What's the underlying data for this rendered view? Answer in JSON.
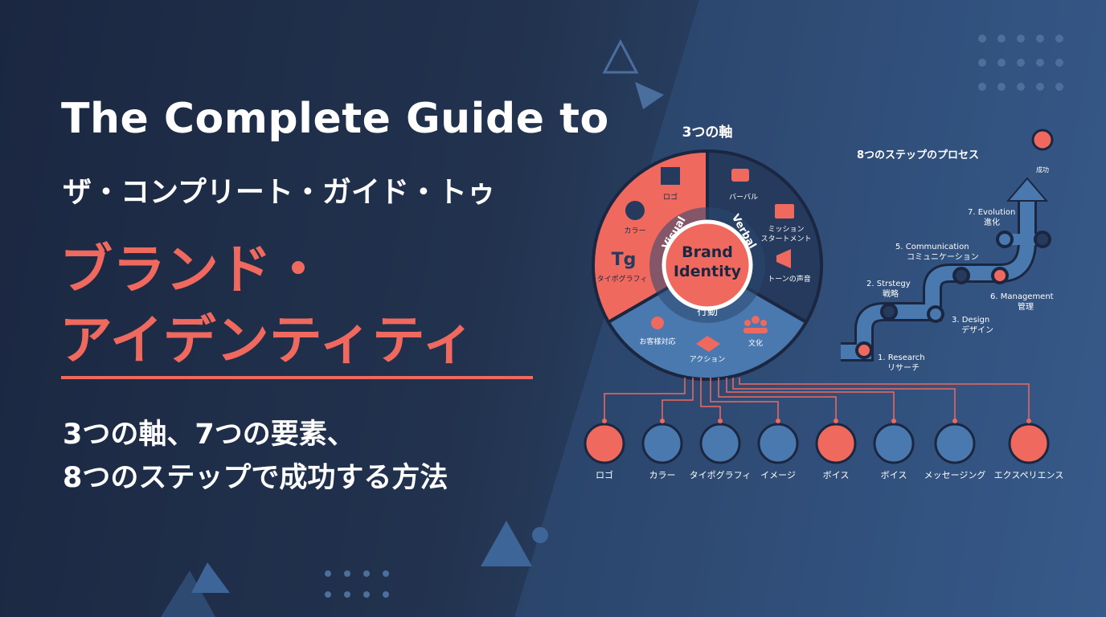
{
  "title": "The Complete Guide to",
  "subtitle": "ザ・コンプリート・ガイド・トゥ",
  "main_title": [
    "ブランド・",
    "アイデンティティ"
  ],
  "tagline": [
    "3つの軸、7つの要素、",
    "8つのステップで成功する方法"
  ],
  "axes": {
    "heading": "3つの軸",
    "center": [
      "Brand",
      "Identity"
    ],
    "visual": {
      "label": "Visual",
      "items": [
        "ロゴ",
        "カラー",
        "タイポグラフィ"
      ]
    },
    "verbal": {
      "label": "Verbal",
      "items": [
        "バーバル",
        "ミッション",
        "スタートメント",
        "トーンの声音"
      ]
    },
    "action": {
      "label": "行動",
      "items": [
        "お客様対応",
        "アクション",
        "文化"
      ]
    }
  },
  "elements": [
    {
      "label": "ロゴ",
      "icon": "logo-icon",
      "color": "#f0695f"
    },
    {
      "label": "カラー",
      "icon": "palette-icon",
      "color": "#4a79b0"
    },
    {
      "label": "タイポグラフィ",
      "icon": "typography-icon",
      "color": "#4a79b0"
    },
    {
      "label": "イメージ",
      "icon": "image-icon",
      "color": "#4a79b0"
    },
    {
      "label": "ボイス",
      "icon": "microphone-icon",
      "color": "#f0695f"
    },
    {
      "label": "ボイス",
      "icon": "megaphone-icon",
      "color": "#4a79b0"
    },
    {
      "label": "メッセージング",
      "icon": "chat-icon",
      "color": "#4a79b0"
    },
    {
      "label": "エクスペリエンス",
      "icon": "person-icon",
      "color": "#f0695f"
    }
  ],
  "process": {
    "heading": "8つのステップのプロセス",
    "goal": "成功",
    "steps": [
      {
        "en": "1. Research",
        "ja": "リサーチ"
      },
      {
        "en": "2. Strstegy",
        "ja": "戦略"
      },
      {
        "en": "3. Design",
        "ja": "デザイン"
      },
      {
        "en": "5. Communication",
        "ja": "コミュニケーション"
      },
      {
        "en": "6. Management",
        "ja": "管理"
      },
      {
        "en": "7. Evolution",
        "ja": "進化"
      }
    ]
  },
  "colors": {
    "coral": "#f0695f",
    "navy": "#1b2741",
    "blue": "#4a79b0"
  }
}
